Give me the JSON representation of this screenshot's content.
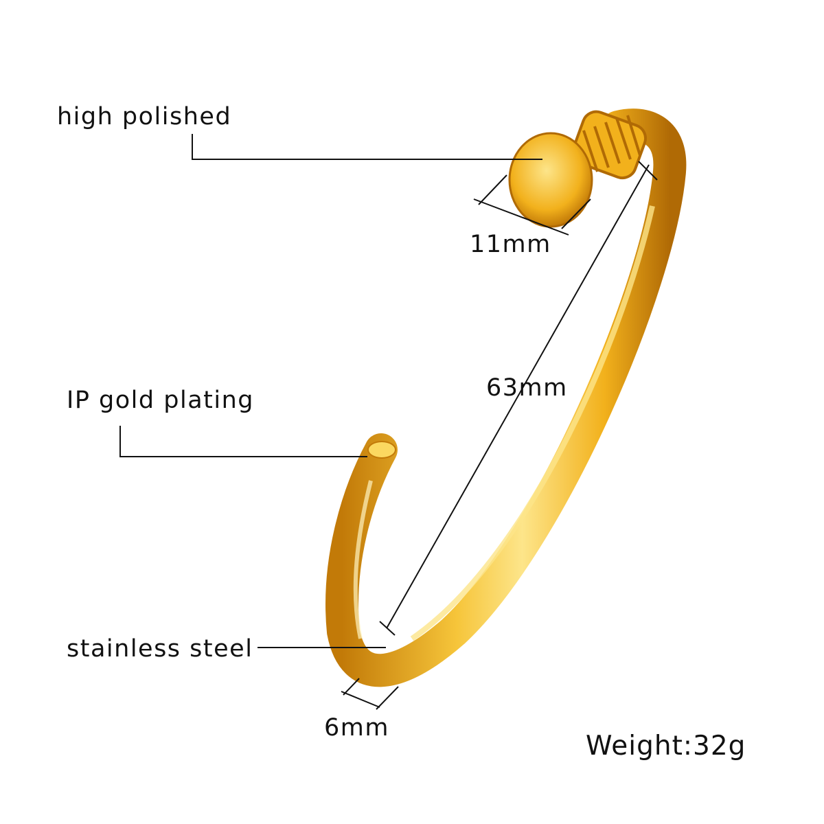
{
  "labels": {
    "finish": "high polished",
    "plating": "IP gold plating",
    "material": "stainless steel"
  },
  "dimensions": {
    "head_diameter": "11mm",
    "length": "63mm",
    "band_width": "6mm"
  },
  "weight": "Weight:32g",
  "colors": {
    "gold_light": "#fde58a",
    "gold_mid": "#f2b11c",
    "gold_dark": "#c27a08",
    "line": "#111111"
  }
}
